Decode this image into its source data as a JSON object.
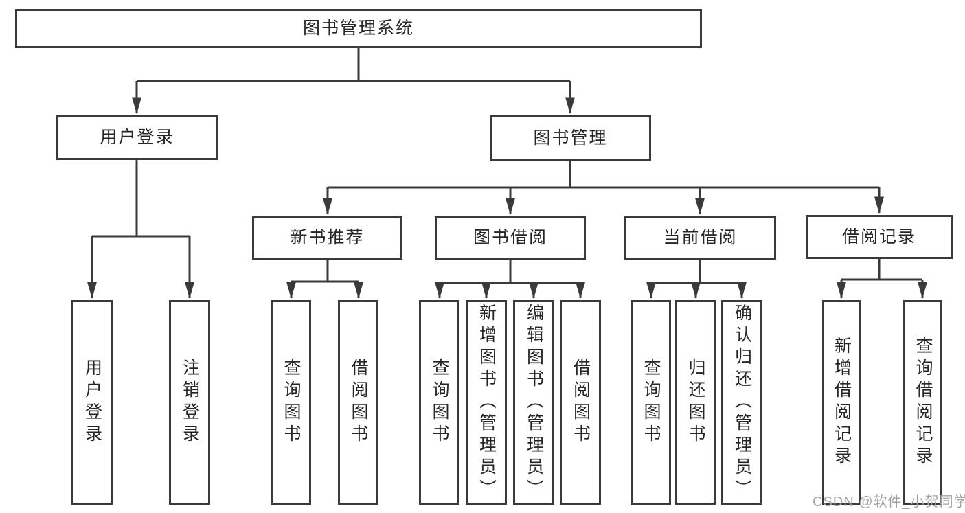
{
  "diagram": {
    "title": "图书管理系统",
    "watermark": "CSDN @软件_小贺同学",
    "colors": {
      "line": "#3a3a3a",
      "box_border": "#3a3a3a",
      "text": "#262626",
      "background": "#ffffff",
      "watermark": "#a3a3a3"
    },
    "nodes": {
      "root": {
        "label": "图书管理系统"
      },
      "user_login": {
        "label": "用户登录"
      },
      "book_mgmt": {
        "label": "图书管理"
      },
      "new_book_rec": {
        "label": "新书推荐"
      },
      "book_borrow": {
        "label": "图书借阅"
      },
      "current_borrow": {
        "label": "当前借阅"
      },
      "borrow_records": {
        "label": "借阅记录"
      },
      "leaf_user_login": {
        "label": "用户登录"
      },
      "leaf_logout": {
        "label": "注销登录"
      },
      "leaf_nbr_query": {
        "label": "查询图书"
      },
      "leaf_nbr_borrow": {
        "label": "借阅图书"
      },
      "leaf_bb_query": {
        "label": "查询图书"
      },
      "leaf_bb_add": {
        "label": "新增图书（管理员）"
      },
      "leaf_bb_edit": {
        "label": "编辑图书（管理员）"
      },
      "leaf_bb_borrow": {
        "label": "借阅图书"
      },
      "leaf_cb_query": {
        "label": "查询图书"
      },
      "leaf_cb_return": {
        "label": "归还图书"
      },
      "leaf_cb_confirm": {
        "label": "确认归还（管理员）"
      },
      "leaf_br_add": {
        "label": "新增借阅记录"
      },
      "leaf_br_query": {
        "label": "查询借阅记录"
      }
    },
    "edges": [
      [
        "root",
        "user_login"
      ],
      [
        "root",
        "book_mgmt"
      ],
      [
        "user_login",
        "leaf_user_login"
      ],
      [
        "user_login",
        "leaf_logout"
      ],
      [
        "book_mgmt",
        "new_book_rec"
      ],
      [
        "book_mgmt",
        "book_borrow"
      ],
      [
        "book_mgmt",
        "current_borrow"
      ],
      [
        "book_mgmt",
        "borrow_records"
      ],
      [
        "new_book_rec",
        "leaf_nbr_query"
      ],
      [
        "new_book_rec",
        "leaf_nbr_borrow"
      ],
      [
        "book_borrow",
        "leaf_bb_query"
      ],
      [
        "book_borrow",
        "leaf_bb_add"
      ],
      [
        "book_borrow",
        "leaf_bb_edit"
      ],
      [
        "book_borrow",
        "leaf_bb_borrow"
      ],
      [
        "current_borrow",
        "leaf_cb_query"
      ],
      [
        "current_borrow",
        "leaf_cb_return"
      ],
      [
        "current_borrow",
        "leaf_cb_confirm"
      ],
      [
        "borrow_records",
        "leaf_br_add"
      ],
      [
        "borrow_records",
        "leaf_br_query"
      ]
    ]
  }
}
